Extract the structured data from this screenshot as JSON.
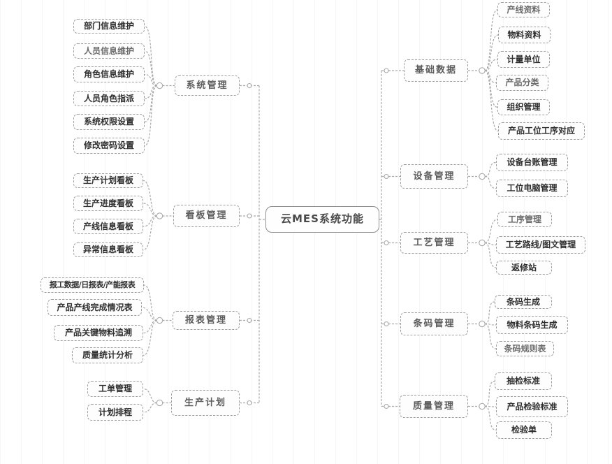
{
  "diagram": {
    "title": "云MES系统功能",
    "center": {
      "id": "center",
      "label": "云MES系统功能"
    },
    "branches": [
      {
        "id": "xitong",
        "label": "系统管理",
        "side": "left",
        "children": [
          {
            "id": "bumen",
            "label": "部门信息维护"
          },
          {
            "id": "renyuan",
            "label": "人员信息维护"
          },
          {
            "id": "juese",
            "label": "角色信息维护"
          },
          {
            "id": "zhipai",
            "label": "人员角色指派"
          },
          {
            "id": "quanxian",
            "label": "系统权限设置"
          },
          {
            "id": "mima",
            "label": "修改密码设置"
          }
        ]
      },
      {
        "id": "kanban",
        "label": "看板管理",
        "side": "left",
        "children": [
          {
            "id": "jihua-kb",
            "label": "生产计划看板"
          },
          {
            "id": "jindu-kb",
            "label": "生产进度看板"
          },
          {
            "id": "chanxian-kb",
            "label": "产线信息看板"
          },
          {
            "id": "yichang-kb",
            "label": "异常信息看板"
          }
        ]
      },
      {
        "id": "baobiao",
        "label": "报表管理",
        "side": "left",
        "children": [
          {
            "id": "baogong",
            "label": "报工数据/日报表/产能报表"
          },
          {
            "id": "wancheng",
            "label": "产品产线完成情况表"
          },
          {
            "id": "zhuisu",
            "label": "产品关键物料追溯"
          },
          {
            "id": "zhiliang-tongji",
            "label": "质量统计分析"
          }
        ]
      },
      {
        "id": "shengchan-jihua",
        "label": "生产计划",
        "side": "left",
        "children": [
          {
            "id": "gongdan",
            "label": "工单管理"
          },
          {
            "id": "paicheng",
            "label": "计划排程"
          }
        ]
      },
      {
        "id": "jichu",
        "label": "基础数据",
        "side": "right",
        "children": [
          {
            "id": "chanxian-zl",
            "label": "产线资料"
          },
          {
            "id": "wuliao-zl",
            "label": "物料资料"
          },
          {
            "id": "jiliang",
            "label": "计量单位"
          },
          {
            "id": "fenlei",
            "label": "产品分类"
          },
          {
            "id": "zuzhi",
            "label": "组织管理"
          },
          {
            "id": "gongwei-duiying",
            "label": "产品工位工序对应"
          }
        ]
      },
      {
        "id": "shebei",
        "label": "设备管理",
        "side": "right",
        "children": [
          {
            "id": "taizhang",
            "label": "设备台账管理"
          },
          {
            "id": "diannao",
            "label": "工位电脑管理"
          }
        ]
      },
      {
        "id": "gongyi",
        "label": "工艺管理",
        "side": "right",
        "children": [
          {
            "id": "gongxu",
            "label": "工序管理"
          },
          {
            "id": "luxian",
            "label": "工艺路线/图文管理"
          },
          {
            "id": "fanxiu",
            "label": "返修站"
          }
        ]
      },
      {
        "id": "tiaoma",
        "label": "条码管理",
        "side": "right",
        "children": [
          {
            "id": "tm-shengcheng",
            "label": "条码生成"
          },
          {
            "id": "wuliao-tm",
            "label": "物料条码生成"
          },
          {
            "id": "tm-guize",
            "label": "条码规则表"
          }
        ]
      },
      {
        "id": "zhiliang",
        "label": "质量管理",
        "side": "right",
        "children": [
          {
            "id": "choujian",
            "label": "抽检标准"
          },
          {
            "id": "jianyan-bz",
            "label": "产品检验标准"
          },
          {
            "id": "jianyandan",
            "label": "检验单"
          }
        ]
      }
    ],
    "colors": {
      "line": "#a9a9a9",
      "box_border": "#9e9e9e",
      "leaf_text": "#2f2f2f",
      "branch_text": "#5d5d5d",
      "background": "#ffffff"
    }
  }
}
